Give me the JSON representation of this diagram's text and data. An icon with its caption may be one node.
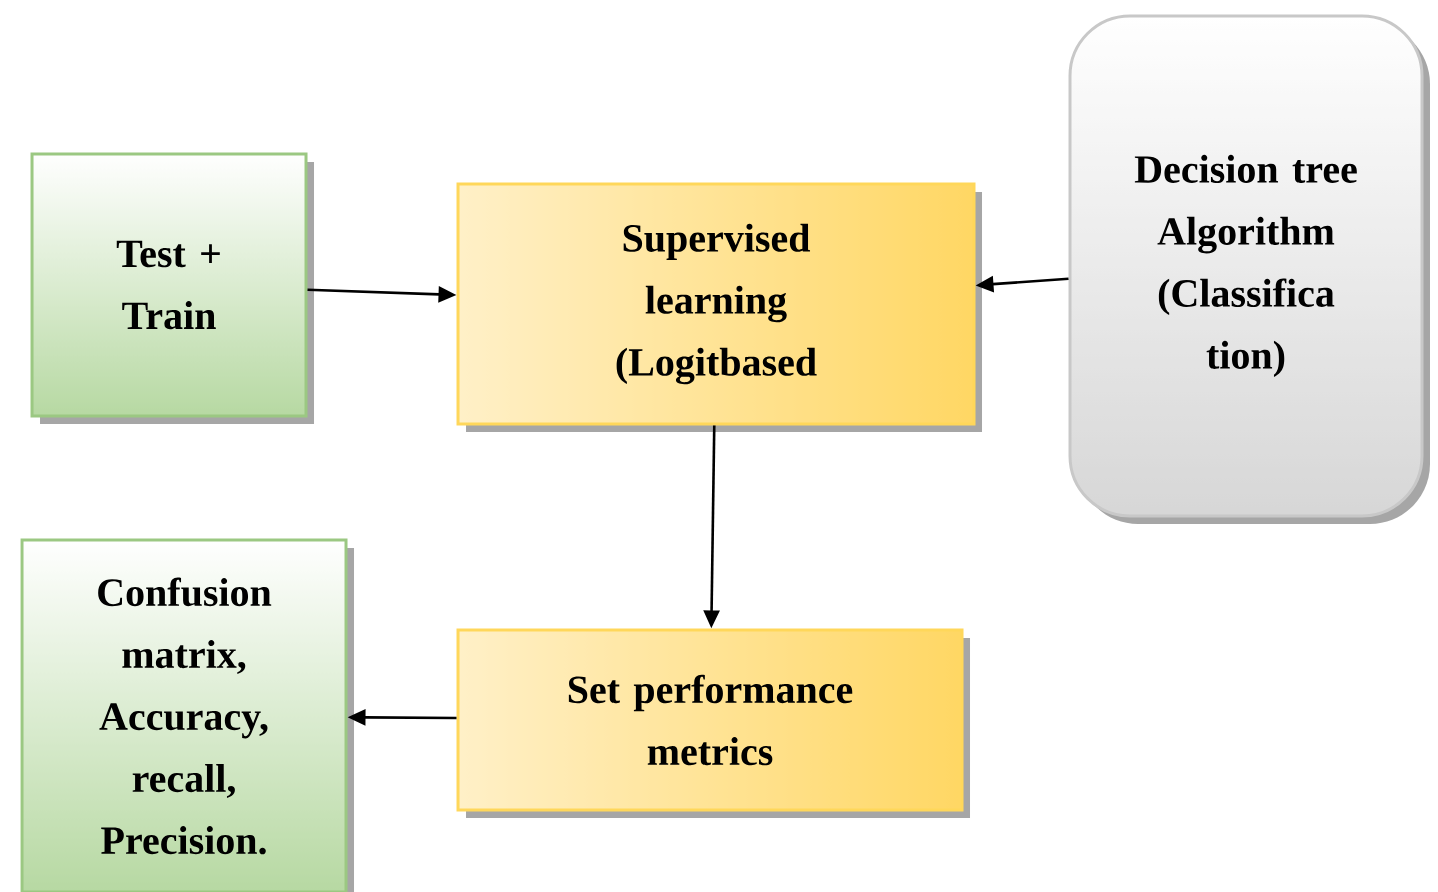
{
  "diagram": {
    "nodes": [
      {
        "text": [
          "Test + Train"
        ]
      },
      {
        "text": [
          "Supervised learning (Logitbased"
        ]
      },
      {
        "text": [
          "Decision tree Algorithm (Classifica tion)"
        ]
      },
      {
        "text": [
          "Set performance metrics"
        ]
      },
      {
        "text": [
          "Confusion matrix, Accuracy, recall, Precision."
        ]
      }
    ],
    "edges": [
      {
        "from": 0,
        "to": 1,
        "arrow": "to"
      },
      {
        "from": 2,
        "to": 1,
        "arrow": "to"
      },
      {
        "from": 1,
        "to": 3,
        "arrow": "to"
      },
      {
        "from": 3,
        "to": 4,
        "arrow": "to"
      }
    ]
  }
}
